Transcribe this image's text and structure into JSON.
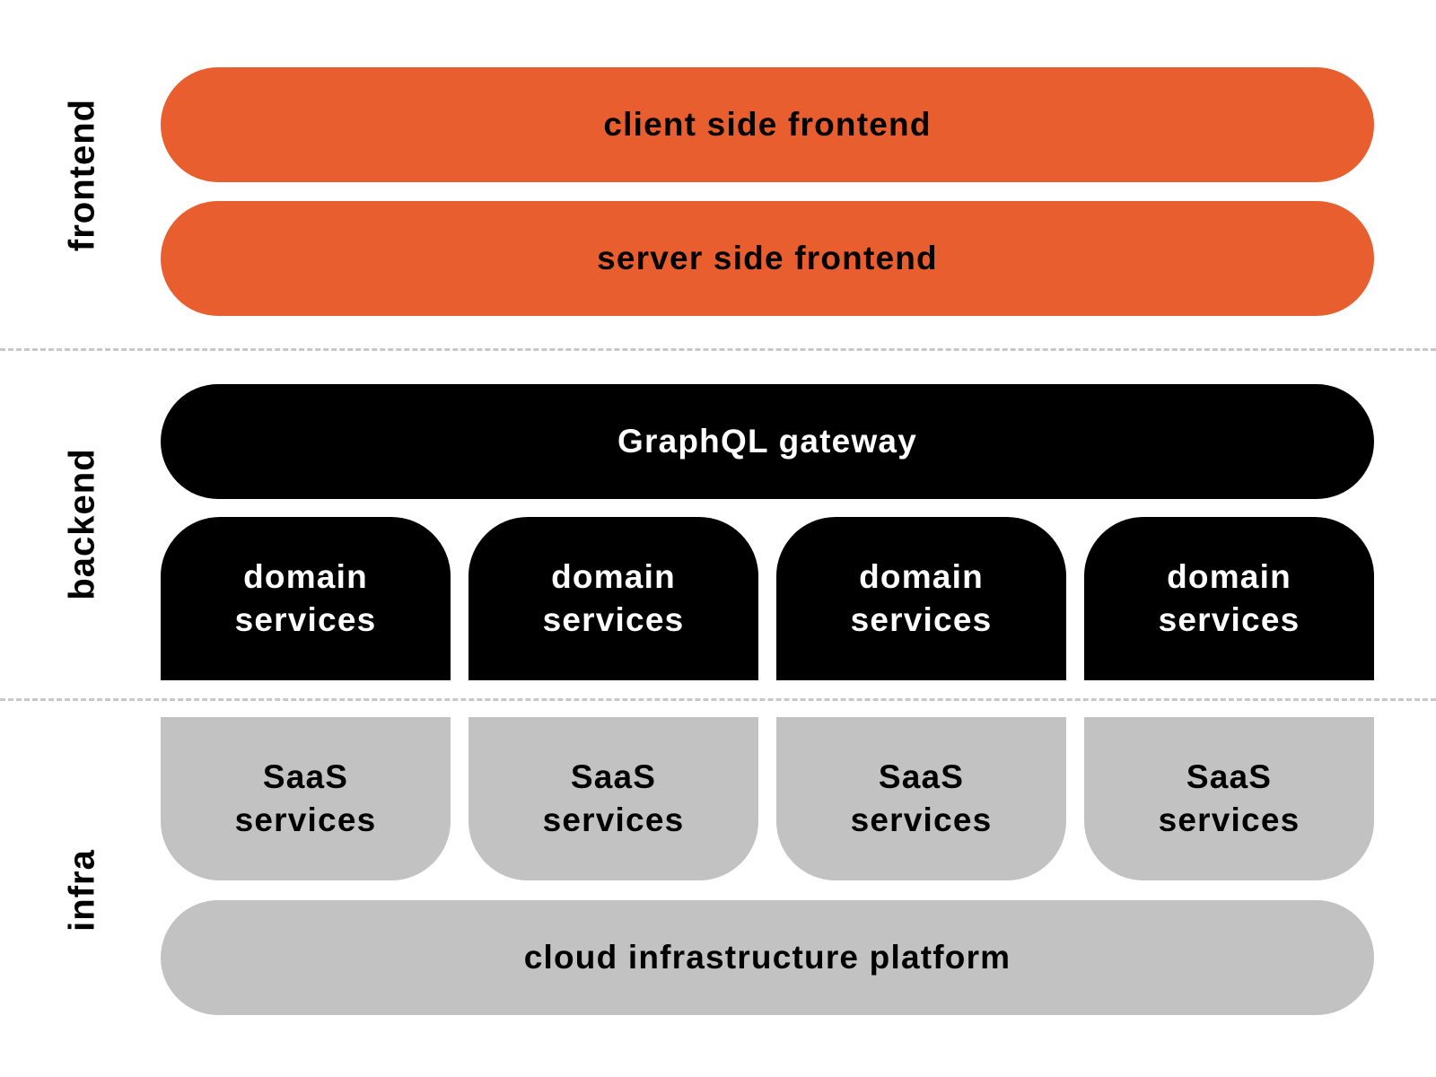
{
  "sections": {
    "frontend": "frontend",
    "backend": "backend",
    "infra": "infra"
  },
  "frontend": {
    "client_side": "client side frontend",
    "server_side": "server side frontend"
  },
  "backend": {
    "gateway": "GraphQL gateway",
    "domain_services": [
      {
        "line1": "domain",
        "line2": "services"
      },
      {
        "line1": "domain",
        "line2": "services"
      },
      {
        "line1": "domain",
        "line2": "services"
      },
      {
        "line1": "domain",
        "line2": "services"
      }
    ]
  },
  "infra": {
    "saas_services": [
      {
        "line1": "SaaS",
        "line2": "services"
      },
      {
        "line1": "SaaS",
        "line2": "services"
      },
      {
        "line1": "SaaS",
        "line2": "services"
      },
      {
        "line1": "SaaS",
        "line2": "services"
      }
    ],
    "platform": "cloud infrastructure platform"
  },
  "colors": {
    "frontend": "#e95e2f",
    "backend": "#000000",
    "infra": "#c2c2c2",
    "divider": "#c8c8c8"
  }
}
